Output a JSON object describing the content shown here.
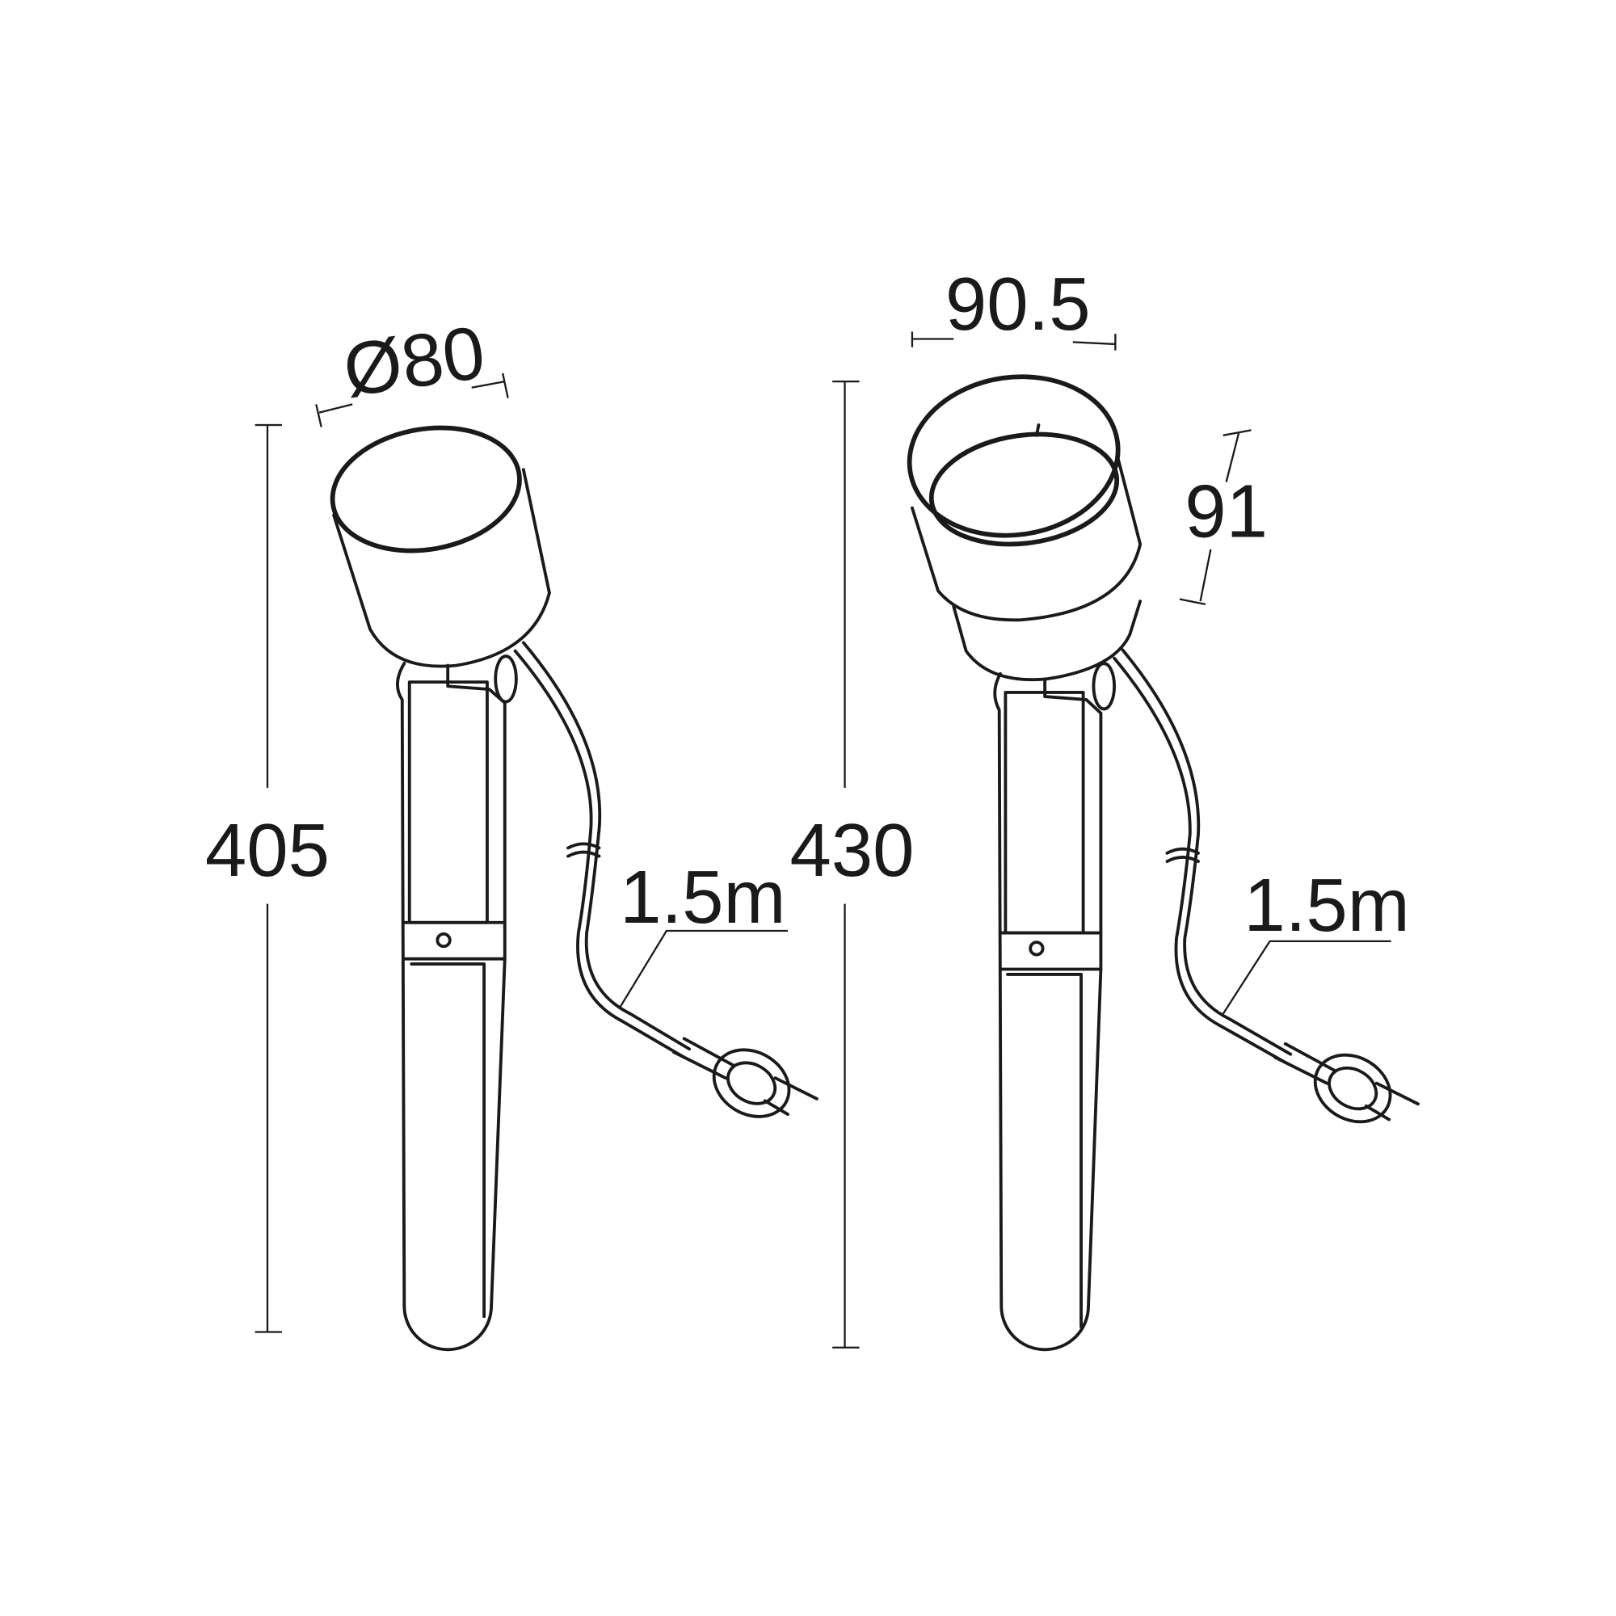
{
  "left_lamp": {
    "diameter_label": "Ø80",
    "height_label": "405",
    "cable_label": "1.5m"
  },
  "right_lamp": {
    "width_label": "90.5",
    "height_label": "430",
    "ring_label": "91",
    "cable_label": "1.5m"
  },
  "colors": {
    "line": "#1a1a1a",
    "background": "#ffffff"
  }
}
